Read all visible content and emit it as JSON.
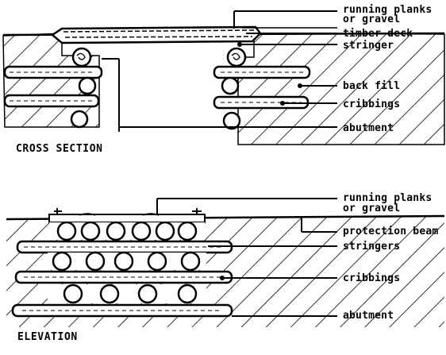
{
  "cross_section": {
    "title": "CROSS SECTION",
    "labels": {
      "running_planks_line1": "running planks",
      "running_planks_line2": "or gravel",
      "timber_deck": "timber deck",
      "stringer": "stringer",
      "back_fill": "back fill",
      "cribbings": "cribbings",
      "abutment": "abutment"
    }
  },
  "elevation": {
    "title": "ELEVATION",
    "labels": {
      "running_planks_line1": "running planks",
      "running_planks_line2": "or gravel",
      "protection_beam": "protection beam",
      "stringers": "stringers",
      "cribbings": "cribbings",
      "abutment": "abutment"
    }
  },
  "colors": {
    "ink": "#000000",
    "paper": "#ffffff"
  }
}
